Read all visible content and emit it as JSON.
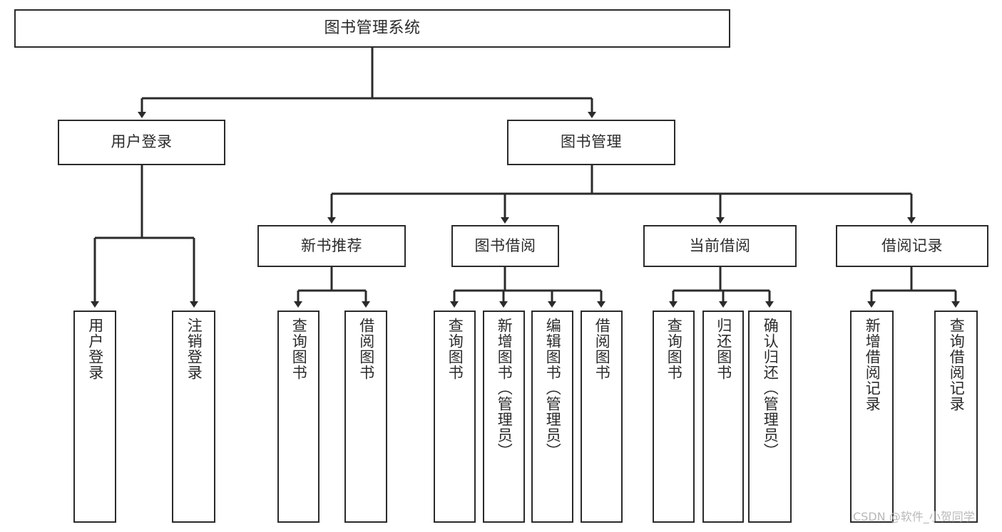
{
  "diagram": {
    "type": "tree-hierarchy-chart",
    "title": "图书管理系统",
    "orientation": "top-down",
    "colors": {
      "stroke": "#2b2b2b",
      "fill": "#ffffff",
      "background": "#ffffff",
      "watermark": "#b9b9b9"
    },
    "watermark": "CSDN @软件_小贺同学",
    "nodes": {
      "root": {
        "label": "图书管理系统"
      },
      "level1": [
        {
          "label": "用户登录"
        },
        {
          "label": "图书管理"
        }
      ],
      "level2": [
        {
          "label": "新书推荐"
        },
        {
          "label": "图书借阅"
        },
        {
          "label": "当前借阅"
        },
        {
          "label": "借阅记录"
        }
      ],
      "leaves": {
        "user_login": [
          {
            "label": "用户登录"
          },
          {
            "label": "注销登录"
          }
        ],
        "new_book_recommend": [
          {
            "label": "查询图书"
          },
          {
            "label": "借阅图书"
          }
        ],
        "book_borrow": [
          {
            "label": "查询图书"
          },
          {
            "label": "新增图书（管理员）"
          },
          {
            "label": "编辑图书（管理员）"
          },
          {
            "label": "借阅图书"
          }
        ],
        "current_borrow": [
          {
            "label": "查询图书"
          },
          {
            "label": "归还图书"
          },
          {
            "label": "确认归还（管理员）"
          }
        ],
        "borrow_record": [
          {
            "label": "新增借阅记录"
          },
          {
            "label": "查询借阅记录"
          }
        ]
      }
    }
  }
}
